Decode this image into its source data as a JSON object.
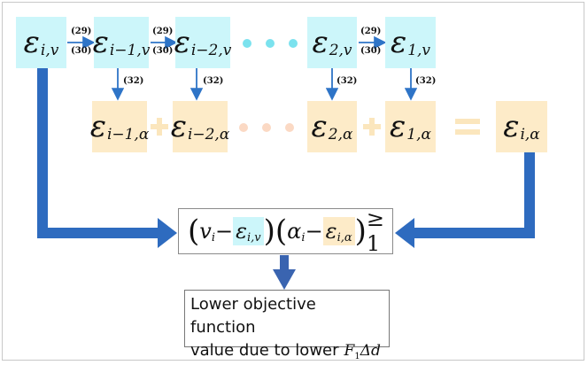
{
  "top_row": [
    {
      "base": "ε",
      "sub": "i,v"
    },
    {
      "base": "ε",
      "sub": "i−1,v"
    },
    {
      "base": "ε",
      "sub": "i−2,v"
    },
    {
      "base": "ε",
      "sub": "2,v"
    },
    {
      "base": "ε",
      "sub": "1,v"
    }
  ],
  "bottom_row": [
    {
      "base": "ε",
      "sub": "i−1,α"
    },
    {
      "base": "ε",
      "sub": "i−2,α"
    },
    {
      "base": "ε",
      "sub": "2,α"
    },
    {
      "base": "ε",
      "sub": "1,α"
    }
  ],
  "result": {
    "base": "ε",
    "sub": "i,α"
  },
  "edge_labels": {
    "upper_29": "(29)",
    "lower_30": "(30)",
    "down_32": "(32)"
  },
  "inequality": {
    "open1": "(",
    "v": "v",
    "v_sub": "i",
    "minus": " − ",
    "eps1": "ε",
    "eps1_sub": "i,v",
    "close1": ")",
    "open2": "(",
    "alpha": "α",
    "alpha_sub": "i",
    "eps2": "ε",
    "eps2_sub": "i,α",
    "close2": ")",
    "rel": " ≥ 1"
  },
  "note": {
    "line1": "Lower objective function",
    "line2": "value due to lower",
    "math_F": "F",
    "math_sub": "1",
    "math_rest": "Δd"
  },
  "colors": {
    "cyan": "#ccf6fa",
    "tan": "#fdebc8",
    "arrow": "#2e74c7",
    "dot_cyan": "#7be2ee",
    "dot_tan": "#fbd9c4"
  }
}
